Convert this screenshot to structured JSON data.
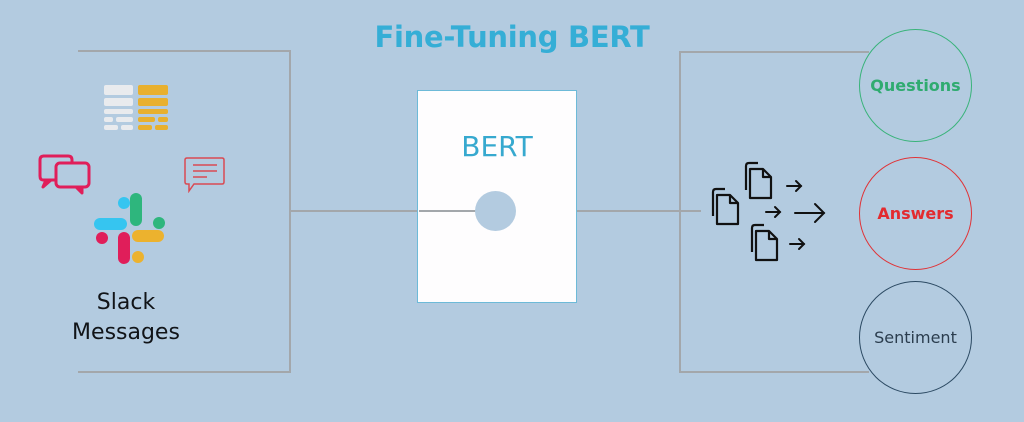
{
  "title": "Fine-Tuning BERT",
  "input": {
    "label_line1": "Slack",
    "label_line2": "Messages",
    "icons": [
      "table-document-icon",
      "chat-bubbles-icon",
      "message-bubble-icon",
      "slack-logo-icon"
    ]
  },
  "model": {
    "label": "BERT"
  },
  "processing": {
    "icons": [
      "documents-icon",
      "arrow-right-icon"
    ]
  },
  "outputs": [
    {
      "label": "Questions",
      "color": "#2fab70"
    },
    {
      "label": "Answers",
      "color": "#e32b2f"
    },
    {
      "label": "Sentiment",
      "color": "#2b3d4e"
    }
  ],
  "colors": {
    "background": "#b3cbe0",
    "title": "#35aed6",
    "connector": "#a3a7ab",
    "slack_blue": "#36c5f0",
    "slack_green": "#2eb67d",
    "slack_red": "#e01e5a",
    "slack_yellow": "#ecb22e"
  }
}
